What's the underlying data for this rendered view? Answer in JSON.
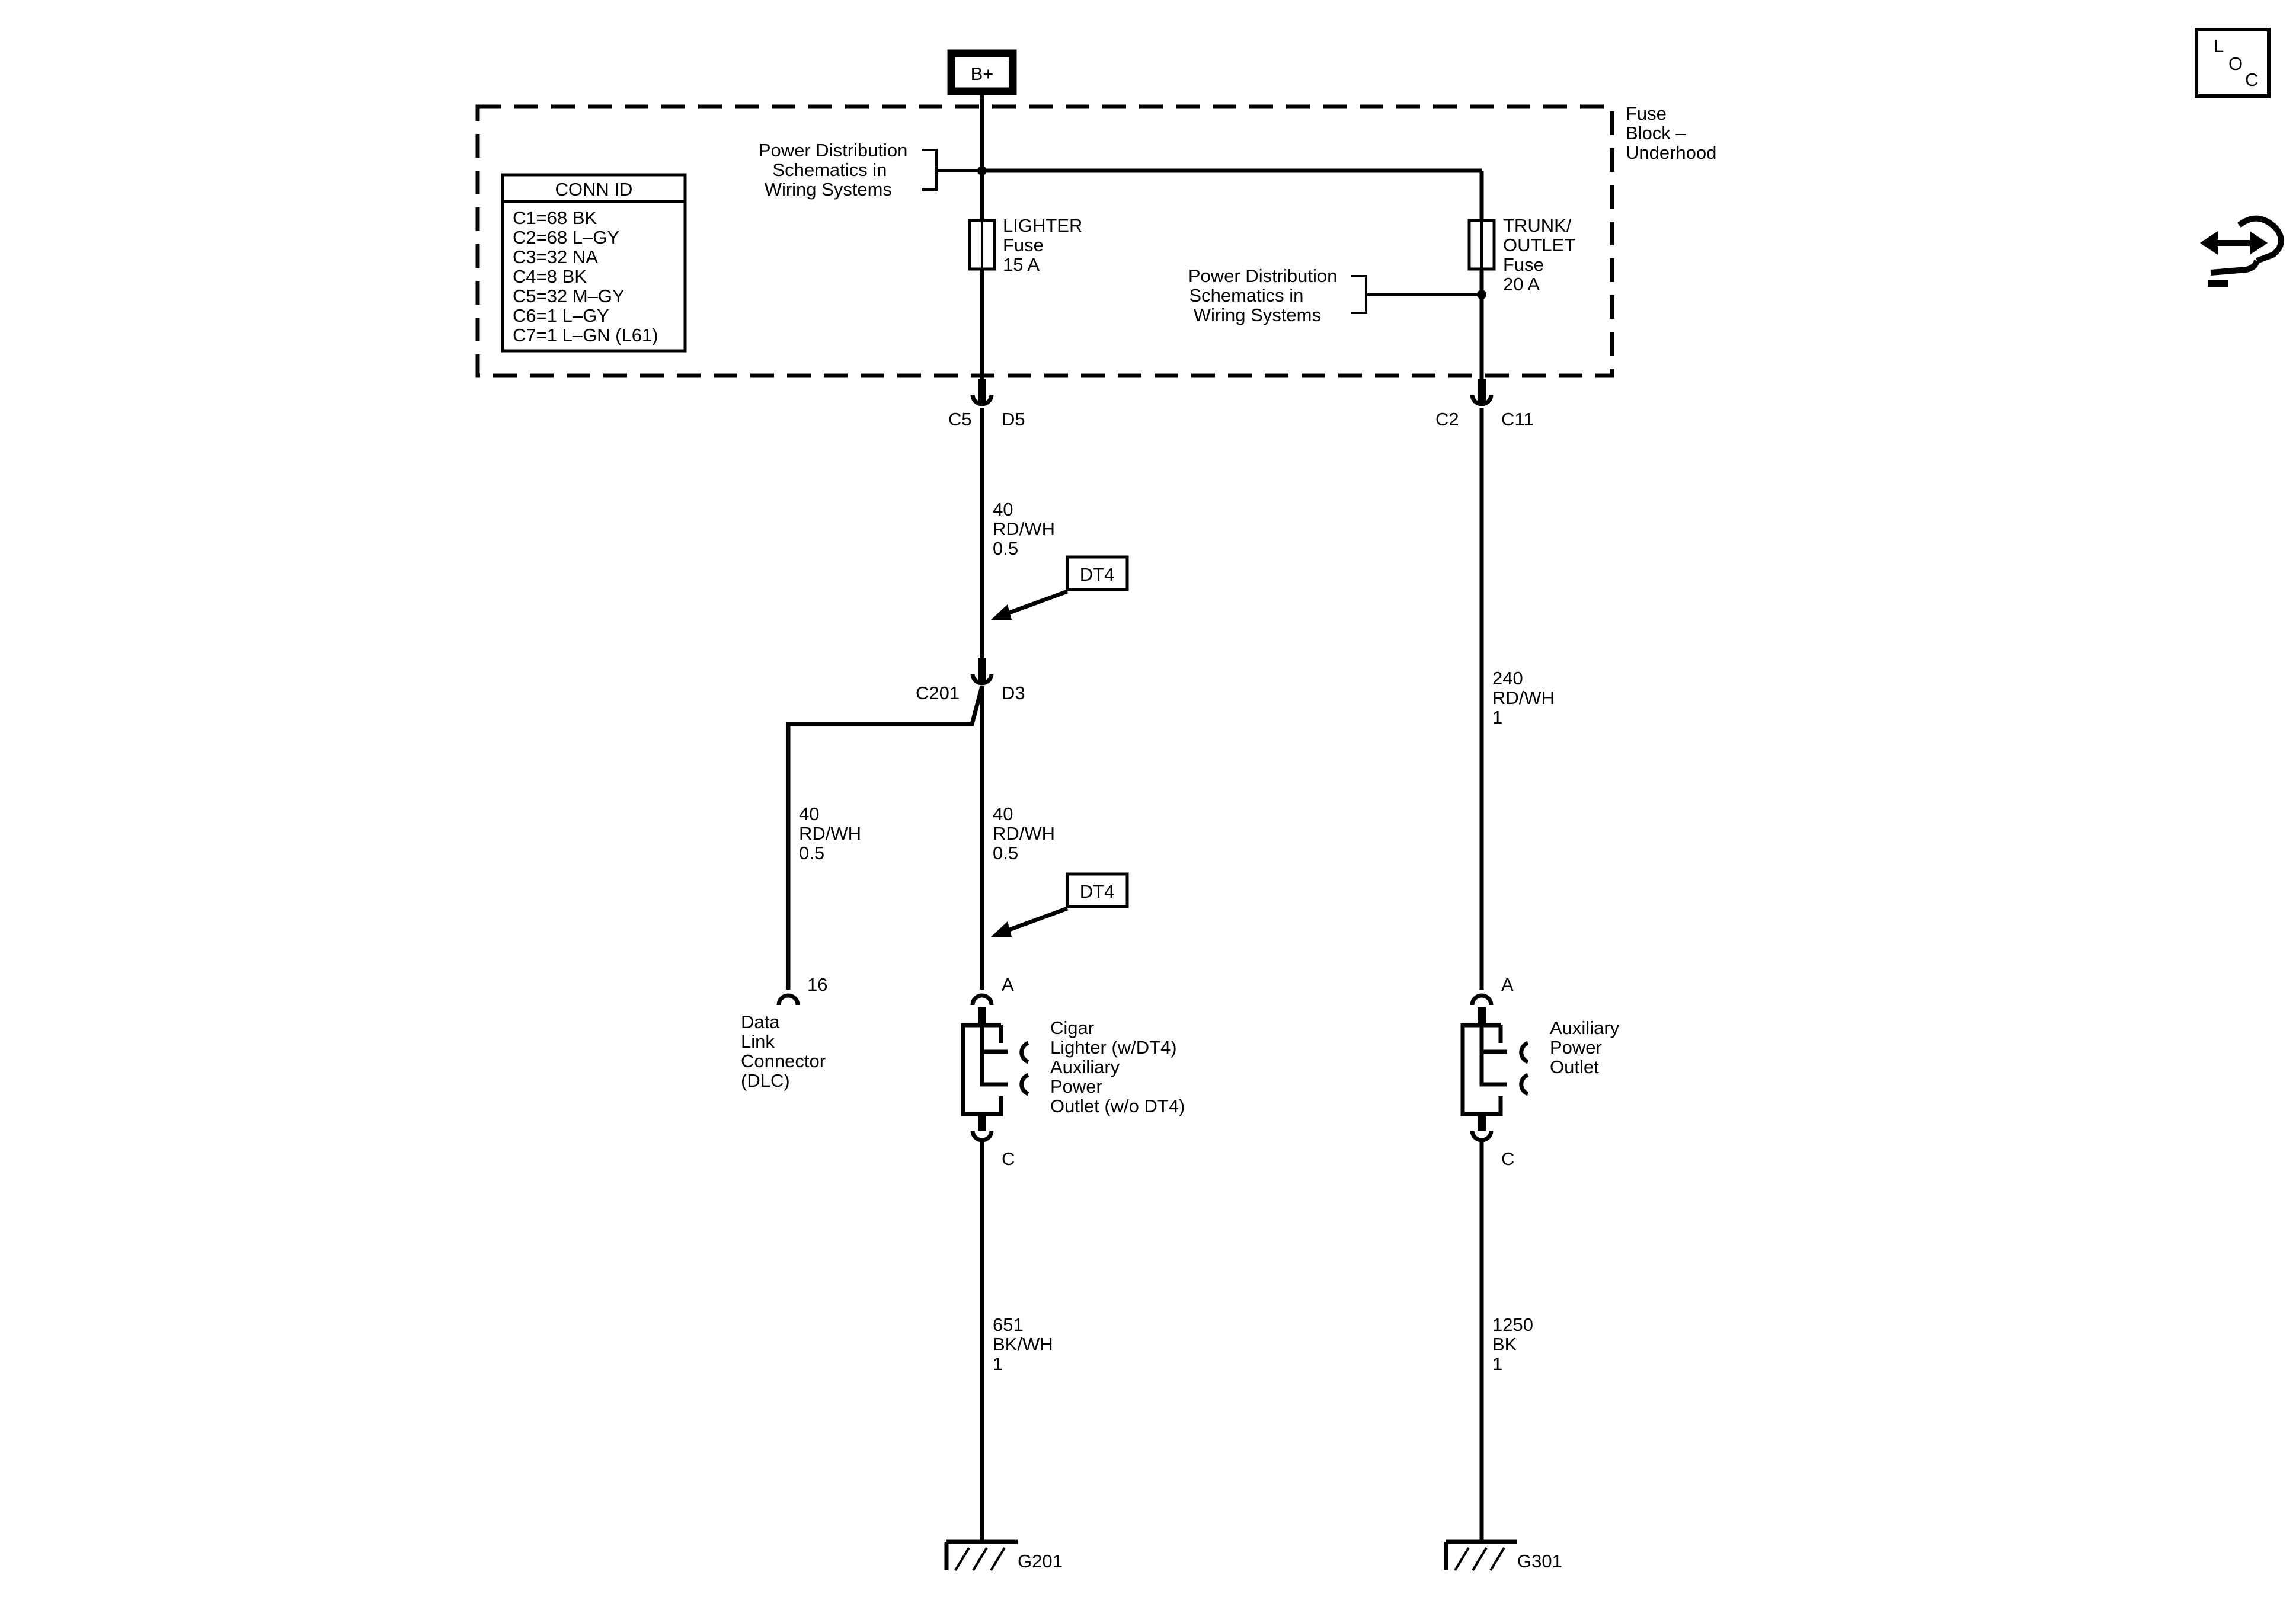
{
  "power_source": {
    "label": "B+"
  },
  "fuse_block": {
    "name_lines": [
      "Fuse",
      "Block –",
      "Underhood"
    ],
    "power_dist_lines": [
      "Power Distribution",
      "Schematics in",
      "Wiring Systems"
    ]
  },
  "conn_id": {
    "title": "CONN ID",
    "lines": [
      "C1=68 BK",
      "C2=68 L–GY",
      "C3=32 NA",
      "C4=8 BK",
      "C5=32 M–GY",
      "C6=1 L–GY",
      "C7=1 L–GN (L61)"
    ]
  },
  "fuses": {
    "lighter": {
      "lines": [
        "LIGHTER",
        "Fuse",
        "15 A"
      ]
    },
    "trunk": {
      "lines": [
        "TRUNK/",
        "OUTLET",
        "Fuse",
        "20 A"
      ]
    }
  },
  "connectors": {
    "c5": "C5",
    "d5": "D5",
    "c2": "C2",
    "c11": "C11",
    "c201": "C201",
    "d3": "D3",
    "pin16": "16",
    "pin_a_left": "A",
    "pin_c_left": "C",
    "pin_a_right": "A",
    "pin_c_right": "C"
  },
  "wires": {
    "w1": [
      "40",
      "RD/WH",
      "0.5"
    ],
    "w2": [
      "40",
      "RD/WH",
      "0.5"
    ],
    "w3": [
      "40",
      "RD/WH",
      "0.5"
    ],
    "w4": [
      "240",
      "RD/WH",
      "1"
    ],
    "w5": [
      "651",
      "BK/WH",
      "1"
    ],
    "w6": [
      "1250",
      "BK",
      "1"
    ]
  },
  "options": {
    "dt4_a": "DT4",
    "dt4_b": "DT4"
  },
  "components": {
    "dlc": [
      "Data",
      "Link",
      "Connector",
      "(DLC)"
    ],
    "cigar": [
      "Cigar",
      "Lighter (w/DT4)",
      "Auxiliary",
      "Power",
      "Outlet (w/o DT4)"
    ],
    "aux": [
      "Auxiliary",
      "Power",
      "Outlet"
    ]
  },
  "grounds": {
    "g201": "G201",
    "g301": "G301"
  },
  "loc_icon": {
    "letters": [
      "L",
      "O",
      "C"
    ]
  }
}
